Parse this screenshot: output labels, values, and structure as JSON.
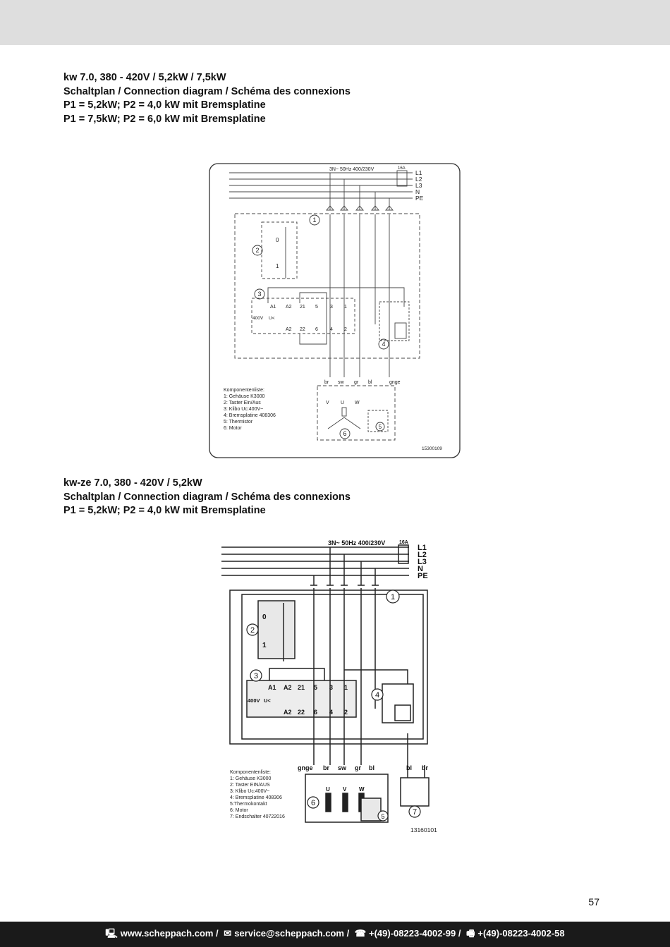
{
  "section1": {
    "lines": [
      "kw 7.0, 380 - 420V / 5,2kW / 7,5kW",
      "Schaltplan / Connection diagram / Schéma des connexions",
      "P1 = 5,2kW; P2 = 4,0 kW mit Bremsplatine",
      "P1 = 7,5kW; P2 = 6,0 kW mit Bremsplatine"
    ],
    "diagram": {
      "supply": "3N~ 50Hz 400/230V",
      "fuse": "16A",
      "lines": [
        "L1",
        "L2",
        "L3",
        "N",
        "PE"
      ],
      "switch_positions": [
        "0",
        "1"
      ],
      "contacts_top": [
        "A1",
        "A2",
        "21",
        "5",
        "3",
        "1"
      ],
      "contacts_bottom": [
        "A2",
        "22",
        "6",
        "4",
        "2"
      ],
      "coil": "400V",
      "coil_symbol": "U<",
      "wires": [
        "br",
        "sw",
        "gr",
        "bl",
        "gnge"
      ],
      "motor_terminals": [
        "V",
        "U",
        "W"
      ],
      "components_title": "Komponentenliste:",
      "components": [
        "1: Gehäuse K3000",
        "2: Taster Ein/Aus",
        "3: Klibo Uc:400V~",
        "4: Bremsplatine 408306",
        "5: Thermistor",
        "6: Motor"
      ],
      "numbers": [
        "1",
        "2",
        "3",
        "4",
        "5",
        "6"
      ],
      "drawing_number": "15300109"
    }
  },
  "section2": {
    "lines": [
      "kw-ze 7.0, 380 - 420V / 5,2kW",
      "Schaltplan / Connection diagram / Schéma des connexions",
      "P1 = 5,2kW; P2 = 4,0 kW mit Bremsplatine"
    ],
    "diagram": {
      "supply": "3N~ 50Hz 400/230V",
      "fuse": "16A",
      "lines": [
        "L1",
        "L2",
        "L3",
        "N",
        "PE"
      ],
      "switch_positions": [
        "0",
        "1"
      ],
      "contacts_top": [
        "A1",
        "A2",
        "21",
        "5",
        "3",
        "1"
      ],
      "contacts_bottom": [
        "A2",
        "22",
        "6",
        "4",
        "2"
      ],
      "coil": "400V",
      "coil_symbol": "U<",
      "wires": [
        "gnge",
        "br",
        "sw",
        "gr",
        "bl"
      ],
      "wires_right": [
        "bl",
        "br"
      ],
      "motor_terminals": [
        "U",
        "V",
        "W"
      ],
      "components_title": "Komponentenliste:",
      "components": [
        "1: Gehäuse K3000",
        "2: Taster EIN/AUS",
        "3: Klibo Uc:400V~",
        "4: Bremsplatine 408306",
        "5:Thermokontakt",
        "6: Motor",
        "7: Endschalter 40722016"
      ],
      "numbers": [
        "1",
        "2",
        "3",
        "4",
        "5",
        "6",
        "7"
      ],
      "drawing_number": "13160101"
    }
  },
  "page_number": "57",
  "footer": {
    "website": "www.scheppach.com /",
    "email": "service@scheppach.com /",
    "phone": "+(49)-08223-4002-99 /",
    "fax": "+(49)-08223-4002-58",
    "icons": [
      "computer-icon",
      "mail-icon",
      "phone-icon",
      "fax-icon"
    ]
  }
}
